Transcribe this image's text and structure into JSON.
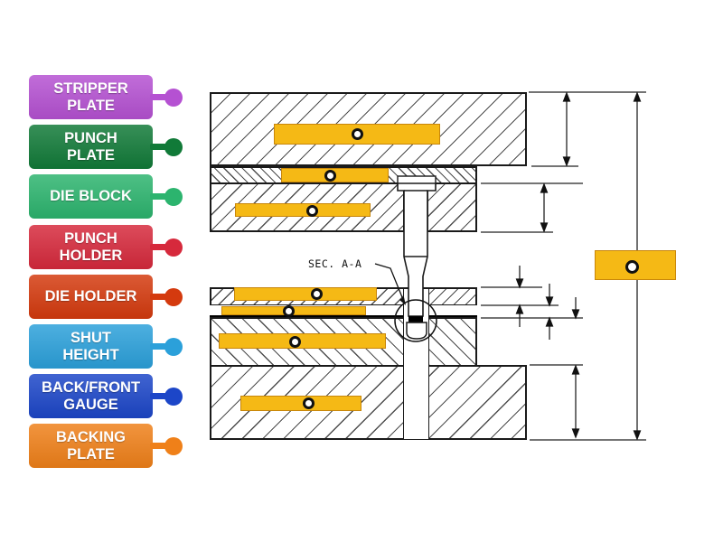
{
  "labels": [
    {
      "id": "stripper-plate",
      "label": "STRIPPER\nPLATE",
      "color": "#b551d2"
    },
    {
      "id": "punch-plate",
      "label": "PUNCH\nPLATE",
      "color": "#117a38"
    },
    {
      "id": "die-block",
      "label": "DIE BLOCK",
      "color": "#2cb46e"
    },
    {
      "id": "punch-holder",
      "label": "PUNCH\nHOLDER",
      "color": "#d6293c"
    },
    {
      "id": "die-holder",
      "label": "DIE HOLDER",
      "color": "#d43a0e"
    },
    {
      "id": "shut-height",
      "label": "SHUT\nHEIGHT",
      "color": "#2ba0da"
    },
    {
      "id": "back-front-gauge",
      "label": "BACK/FRONT\nGAUGE",
      "color": "#1c46c8"
    },
    {
      "id": "backing-plate",
      "label": "BACKING\nPLATE",
      "color": "#ef8019"
    }
  ],
  "diagram": {
    "section_label": "SEC. A-A",
    "slot_color": "#f5b915",
    "target_ring_color": "#111111",
    "line_color": "#1a1a1a",
    "slots": [
      {
        "id": "slot-punch-holder"
      },
      {
        "id": "slot-backing-plate"
      },
      {
        "id": "slot-punch-plate"
      },
      {
        "id": "slot-stripper-plate"
      },
      {
        "id": "slot-back-front-gauge"
      },
      {
        "id": "slot-die-block"
      },
      {
        "id": "slot-die-holder"
      },
      {
        "id": "slot-shut-height"
      }
    ]
  }
}
